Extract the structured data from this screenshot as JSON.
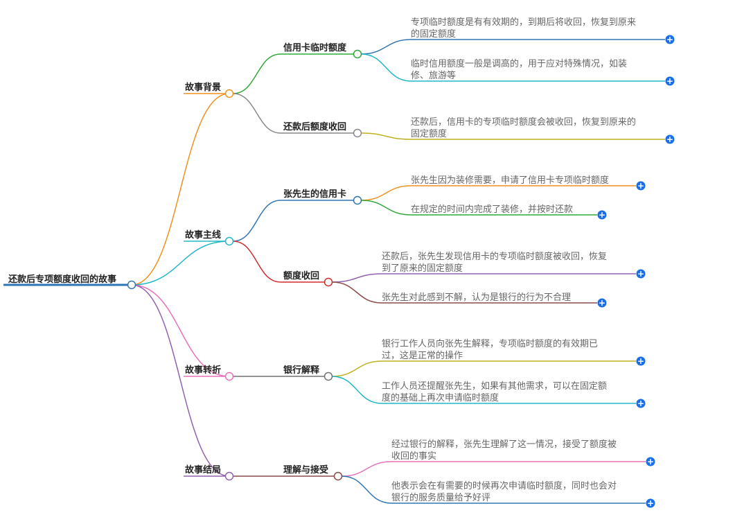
{
  "root": {
    "label": "还款后专项额度收回的故事",
    "color": "#2e75b6"
  },
  "branches": [
    {
      "label": "故事背景",
      "color": "#f0901c",
      "children": [
        {
          "label": "信用卡临时额度",
          "color": "#2ea836",
          "leaves": [
            {
              "lines": [
                "专项临时额度是有有效期的，到期后将收回，恢复到原来",
                "的固定额度"
              ],
              "color": "#2e75b6"
            },
            {
              "lines": [
                "临时信用额度一般是调高的，用于应对特殊情况，如装",
                "修、旅游等"
              ],
              "color": "#20b8c8"
            }
          ]
        },
        {
          "label": "还款后额度收回",
          "color": "#888888",
          "leaves": [
            {
              "lines": [
                "还款后，信用卡的专项临时额度会被收回，恢复到原来的",
                "固定额度"
              ],
              "color": "#c0b020"
            }
          ]
        }
      ]
    },
    {
      "label": "故事主线",
      "color": "#20b8c8",
      "children": [
        {
          "label": "张先生的信用卡",
          "color": "#2e75b6",
          "leaves": [
            {
              "lines": [
                "张先生因为装修需要，申请了信用卡专项临时额度"
              ],
              "color": "#f0901c"
            },
            {
              "lines": [
                "在规定的时间内完成了装修，并按时还款"
              ],
              "color": "#2ea836"
            }
          ]
        },
        {
          "label": "额度收回",
          "color": "#d22b2b",
          "leaves": [
            {
              "lines": [
                "还款后，张先生发现信用卡的专项临时额度被收回，恢复",
                "到了原来的固定额度"
              ],
              "color": "#9060b0"
            },
            {
              "lines": [
                "张先生对此感到不解，认为是银行的行为不合理"
              ],
              "color": "#8b4a4a"
            }
          ]
        }
      ]
    },
    {
      "label": "故事转折",
      "color": "#e870b8",
      "children": [
        {
          "label": "银行解释",
          "color": "#707070",
          "leaves": [
            {
              "lines": [
                "银行工作人员向张先生解释，专项临时额度的有效期已",
                "过，这是正常的操作"
              ],
              "color": "#c0b020"
            },
            {
              "lines": [
                "工作人员还提醒张先生，如果有其他需求，可以在固定额",
                "度的基础上再次申请临时额度"
              ],
              "color": "#20b8c8"
            }
          ]
        }
      ]
    },
    {
      "label": "故事结局",
      "color": "#9060b0",
      "children": [
        {
          "label": "理解与接受",
          "color": "#8b4a4a",
          "leaves": [
            {
              "lines": [
                "经过银行的解释，张先生理解了这一情况，接受了额度被",
                "收回的事实"
              ],
              "color": "#e870b8"
            },
            {
              "lines": [
                "他表示会在有需要的时候再次申请临时额度，同时也会对",
                "银行的服务质量给予好评"
              ],
              "color": "#2e75b6"
            }
          ]
        }
      ]
    }
  ],
  "expand_symbol": "+",
  "expand_color": "#1a6fe8"
}
